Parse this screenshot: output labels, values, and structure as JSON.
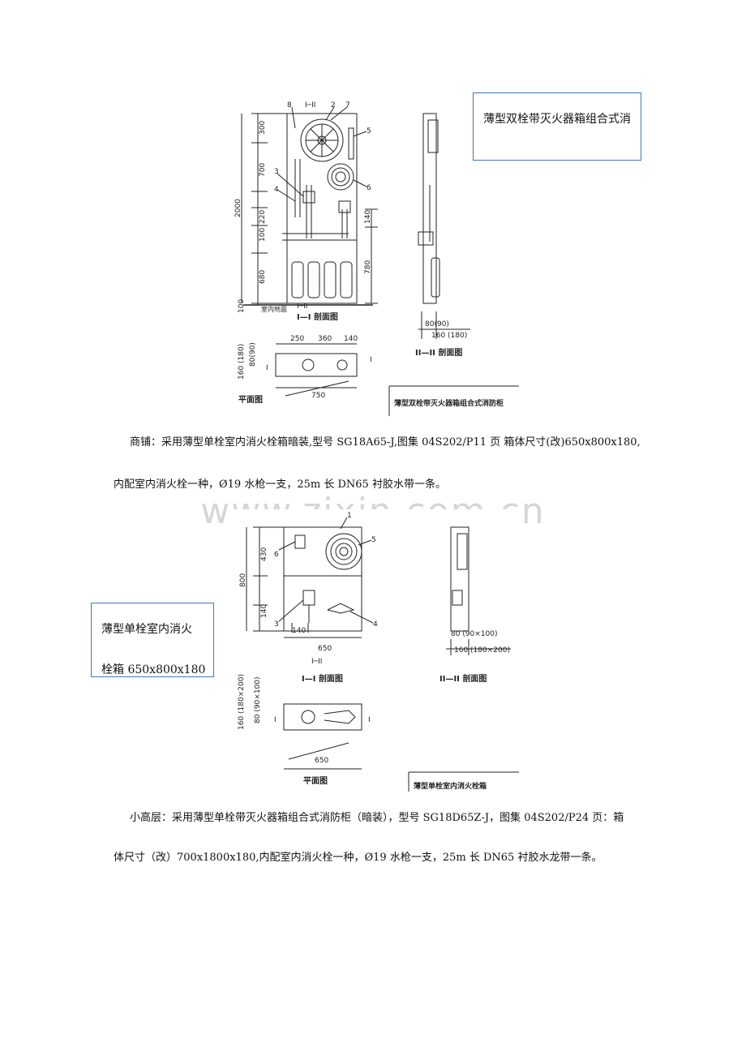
{
  "figure1": {
    "section_mark": "I─II",
    "section_I_title": "I—I 剖面图",
    "section_II_title": "II—II 剖面图",
    "plan_title": "平面图",
    "floor_label": "室内地面",
    "caption": "薄型双栓带灭火器箱组合式消防柜",
    "dims_left": [
      "300",
      "700",
      "220",
      "100",
      "680",
      "100"
    ],
    "dim_total": "2000",
    "dims_right": [
      "140",
      "780"
    ],
    "callouts": [
      "8",
      "2",
      "7",
      "5",
      "6",
      "3",
      "4"
    ],
    "side_dims": [
      "80(90)",
      "160 (180)"
    ],
    "plan_dims_top": [
      "250",
      "360",
      "140"
    ],
    "plan_dims_left": [
      "160 (180)",
      "80(90)"
    ],
    "plan_width": "750",
    "plan_I": "I"
  },
  "callout1": "薄型双栓带灭火器箱组合式消",
  "para1": {
    "line1": "商铺：采用薄型单栓室内消火栓箱暗装,型号 SG18A65-J,图集 04S202/P11 页 箱体尺寸(改)650x800x180,",
    "line2": "内配室内消火栓一种，Ø19 水枪一支，25m 长 DN65 衬胶水带一条。"
  },
  "watermark": "www.zixin.com.cn",
  "figure2": {
    "section_mark": "I─II",
    "section_I_title": "I—I 剖面图",
    "section_II_title": "II—II 剖面图",
    "plan_title": "平面图",
    "caption": "薄型单栓室内消火栓箱",
    "dims_left": [
      "430",
      "800",
      "140"
    ],
    "dim_140": "140",
    "width": "650",
    "callouts": [
      "1",
      "5",
      "6",
      "3",
      "4"
    ],
    "side_dims": [
      "80 (90×100)",
      "160 (180×200)"
    ],
    "plan_dims_left": [
      "160 (180×200)",
      "80 (90×100)"
    ],
    "plan_width": "650",
    "plan_I": "I"
  },
  "callout2": {
    "line1": "薄型单栓室内消火",
    "line2": "栓箱 650x800x180"
  },
  "para2": {
    "line1": "小高层：采用薄型单栓带灭火器箱组合式消防柜（暗装），型号 SG18D65Z-J，图集 04S202/P24 页：箱",
    "line2": "体尺寸（改）700x1800x180,内配室内消火栓一种，Ø19 水枪一支，25m 长 DN65 衬胶水龙带一条。"
  }
}
